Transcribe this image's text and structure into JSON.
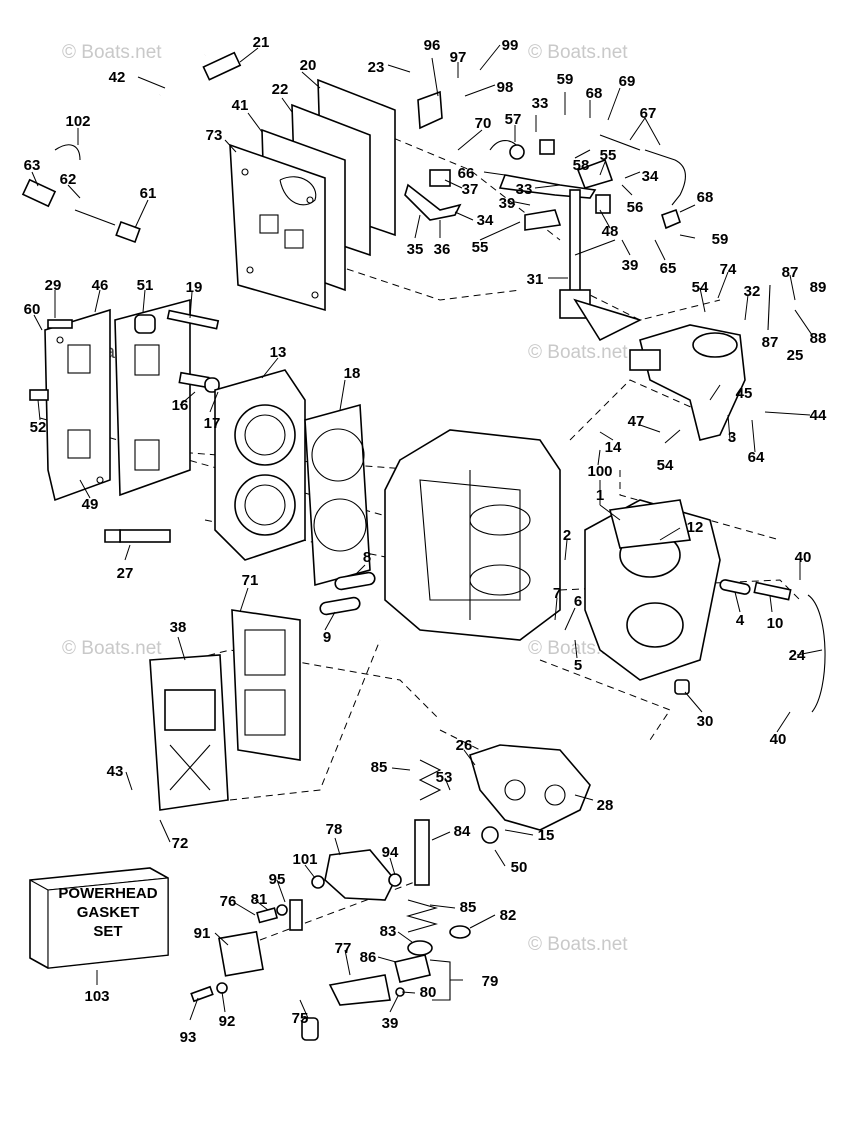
{
  "watermark": "© Boats.net",
  "kit_box": {
    "lines": [
      "POWERHEAD",
      "GASKET",
      "SET"
    ],
    "number": "103"
  },
  "callouts": [
    {
      "id": "21"
    },
    {
      "id": "42"
    },
    {
      "id": "20"
    },
    {
      "id": "22"
    },
    {
      "id": "41"
    },
    {
      "id": "73"
    },
    {
      "id": "23"
    },
    {
      "id": "96"
    },
    {
      "id": "97"
    },
    {
      "id": "99"
    },
    {
      "id": "98"
    },
    {
      "id": "59"
    },
    {
      "id": "68"
    },
    {
      "id": "69"
    },
    {
      "id": "33"
    },
    {
      "id": "57"
    },
    {
      "id": "70"
    },
    {
      "id": "67"
    },
    {
      "id": "102"
    },
    {
      "id": "63"
    },
    {
      "id": "62"
    },
    {
      "id": "61"
    },
    {
      "id": "58"
    },
    {
      "id": "55"
    },
    {
      "id": "37"
    },
    {
      "id": "66"
    },
    {
      "id": "33b"
    },
    {
      "id": "34"
    },
    {
      "id": "56"
    },
    {
      "id": "68b"
    },
    {
      "id": "39"
    },
    {
      "id": "34b"
    },
    {
      "id": "48"
    },
    {
      "id": "59b"
    },
    {
      "id": "35"
    },
    {
      "id": "36"
    },
    {
      "id": "55b"
    },
    {
      "id": "39b"
    },
    {
      "id": "65"
    },
    {
      "id": "31"
    },
    {
      "id": "74"
    },
    {
      "id": "87"
    },
    {
      "id": "89"
    },
    {
      "id": "54"
    },
    {
      "id": "32"
    },
    {
      "id": "88"
    },
    {
      "id": "29"
    },
    {
      "id": "46"
    },
    {
      "id": "51"
    },
    {
      "id": "19"
    },
    {
      "id": "60"
    },
    {
      "id": "13"
    },
    {
      "id": "87b"
    },
    {
      "id": "25"
    },
    {
      "id": "18"
    },
    {
      "id": "16"
    },
    {
      "id": "45"
    },
    {
      "id": "52"
    },
    {
      "id": "17"
    },
    {
      "id": "44"
    },
    {
      "id": "47"
    },
    {
      "id": "14"
    },
    {
      "id": "3"
    },
    {
      "id": "100"
    },
    {
      "id": "54b"
    },
    {
      "id": "64"
    },
    {
      "id": "49"
    },
    {
      "id": "1"
    },
    {
      "id": "12"
    },
    {
      "id": "2"
    },
    {
      "id": "27"
    },
    {
      "id": "40"
    },
    {
      "id": "8"
    },
    {
      "id": "71"
    },
    {
      "id": "7"
    },
    {
      "id": "6"
    },
    {
      "id": "4"
    },
    {
      "id": "10"
    },
    {
      "id": "9"
    },
    {
      "id": "38"
    },
    {
      "id": "24"
    },
    {
      "id": "5"
    },
    {
      "id": "30"
    },
    {
      "id": "40b"
    },
    {
      "id": "26"
    },
    {
      "id": "85"
    },
    {
      "id": "53"
    },
    {
      "id": "43"
    },
    {
      "id": "28"
    },
    {
      "id": "72"
    },
    {
      "id": "84"
    },
    {
      "id": "15"
    },
    {
      "id": "78"
    },
    {
      "id": "94"
    },
    {
      "id": "50"
    },
    {
      "id": "101"
    },
    {
      "id": "95"
    },
    {
      "id": "81"
    },
    {
      "id": "76"
    },
    {
      "id": "85b"
    },
    {
      "id": "82"
    },
    {
      "id": "91"
    },
    {
      "id": "83"
    },
    {
      "id": "77"
    },
    {
      "id": "86"
    },
    {
      "id": "79"
    },
    {
      "id": "80"
    },
    {
      "id": "75"
    },
    {
      "id": "93"
    },
    {
      "id": "92"
    },
    {
      "id": "39c"
    }
  ]
}
